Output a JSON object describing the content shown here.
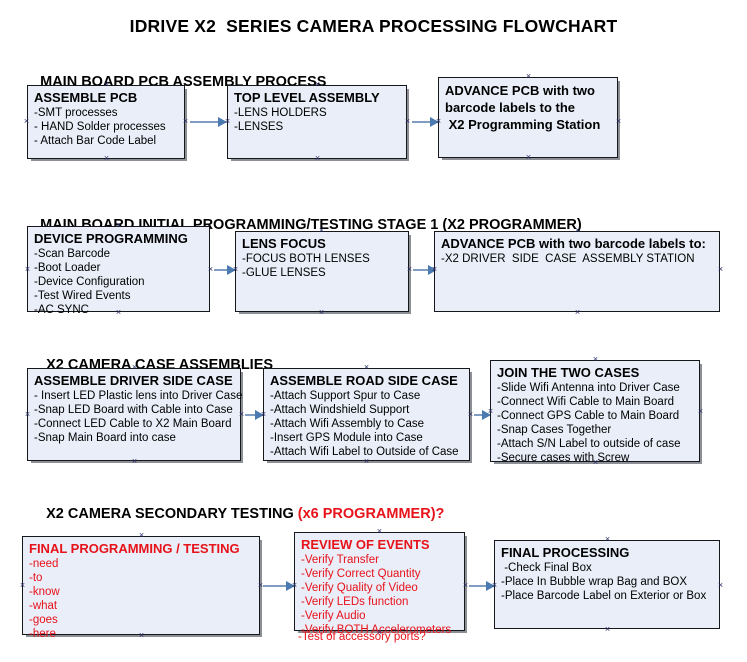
{
  "document": {
    "title": "IDRIVE X2  SERIES CAMERA PROCESSING FLOWCHART"
  },
  "colors": {
    "box_fill": "#e9eef8",
    "box_border": "#16171b",
    "connector": "#7f9dc0",
    "red_text": "#e8121a",
    "black_text": "#000000"
  },
  "sections": [
    {
      "id": "main-board-pcb-assembly-process",
      "heading": "MAIN BOARD PCB ASSEMBLY PROCESS",
      "heading_suffix": "",
      "boxes": [
        {
          "id": "assemble-pcb",
          "header": "ASSEMBLE PCB",
          "items": [
            "-SMT processes",
            "- HAND Solder processes",
            "- Attach Bar Code Label"
          ]
        },
        {
          "id": "top-level-assembly",
          "header": "TOP LEVEL ASSEMBLY",
          "items": [
            "-LENS HOLDERS",
            "-LENSES"
          ]
        },
        {
          "id": "advance-pcb-to-x2-programming-station",
          "header": "ADVANCE PCB with two\nbarcode labels to the\n X2 Programming Station",
          "items": []
        }
      ]
    },
    {
      "id": "main-board-initial-programming-testing-stage-1",
      "heading": "MAIN BOARD INITIAL PROGRAMMING/TESTING STAGE 1 (X2 PROGRAMMER)",
      "heading_suffix": "",
      "boxes": [
        {
          "id": "device-programming",
          "header": "DEVICE PROGRAMMING",
          "items": [
            "-Scan Barcode",
            "-Boot Loader",
            "-Device Configuration",
            "-Test Wired Events",
            "-AC SYNC"
          ]
        },
        {
          "id": "lens-focus",
          "header": "LENS FOCUS",
          "items": [
            "-FOCUS BOTH LENSES",
            "-GLUE LENSES"
          ]
        },
        {
          "id": "advance-pcb-to-driver-side-case-assembly",
          "header": "ADVANCE PCB with two barcode labels to:",
          "items": [
            "-X2 DRIVER  SIDE  CASE  ASSEMBLY STATION"
          ]
        }
      ]
    },
    {
      "id": "x2-camera-case-assemblies",
      "heading": "X2 CAMERA CASE ASSEMBLIES",
      "heading_suffix": "",
      "boxes": [
        {
          "id": "assemble-driver-side-case",
          "header": "ASSEMBLE DRIVER SIDE CASE",
          "items": [
            "- Insert LED Plastic lens into Driver Case",
            "-Snap LED Board with Cable into Case",
            "-Connect LED Cable to X2 Main Board",
            "-Snap Main Board into case"
          ]
        },
        {
          "id": "assemble-road-side-case",
          "header": "ASSEMBLE ROAD SIDE CASE",
          "items": [
            "-Attach Support Spur to Case",
            "-Attach Windshield Support",
            "-Attach Wifi Assembly to Case",
            "-Insert GPS Module into Case",
            "-Attach Wifi Label to Outside of Case"
          ]
        },
        {
          "id": "join-the-two-cases",
          "header": "JOIN THE TWO CASES",
          "items": [
            "-Slide Wifi Antenna into Driver Case",
            "-Connect Wifi Cable to Main Board",
            "-Connect GPS Cable to Main Board",
            "-Snap Cases Together",
            "-Attach S/N Label to outside of case",
            "-Secure cases with Screw"
          ]
        }
      ]
    },
    {
      "id": "x2-camera-secondary-testing",
      "heading": "X2 CAMERA SECONDARY TESTING ",
      "heading_suffix": "(x6 PROGRAMMER)?",
      "boxes": [
        {
          "id": "final-programming-testing",
          "header": "FINAL PROGRAMMING / TESTING",
          "items": [
            "-need",
            "-to",
            "-know",
            "-what",
            "-goes",
            "-here"
          ]
        },
        {
          "id": "review-of-events",
          "header": "REVIEW OF EVENTS",
          "items": [
            "-Verify Transfer",
            "-Verify Correct Quantity",
            "-Verify Quality of Video",
            "-Verify LEDs function",
            "-Verify Audio",
            "-Verify BOTH Accelerometers"
          ],
          "overflow_item": "-Test of accessory ports?"
        },
        {
          "id": "final-processing",
          "header": "FINAL PROCESSING",
          "items": [
            " -Check Final Box",
            "-Place In Bubble wrap Bag and BOX",
            "-Place Barcode Label on Exterior or Box"
          ]
        }
      ]
    }
  ]
}
